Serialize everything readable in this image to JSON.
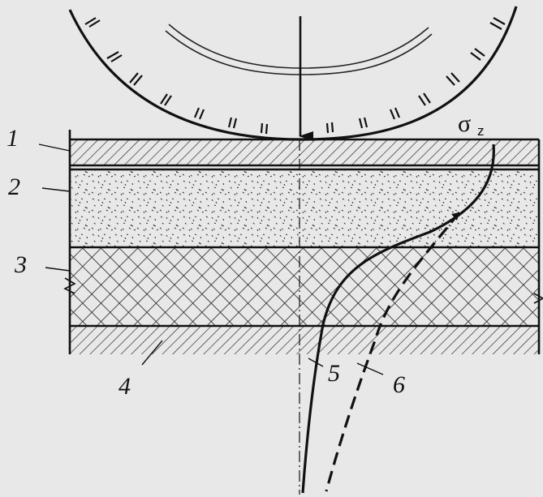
{
  "diagram": {
    "labels": [
      {
        "id": "layer-1",
        "text": "1"
      },
      {
        "id": "layer-2",
        "text": "2"
      },
      {
        "id": "layer-3",
        "text": "3"
      },
      {
        "id": "layer-4",
        "text": "4"
      },
      {
        "id": "curve-5",
        "text": "5"
      },
      {
        "id": "curve-6",
        "text": "6"
      }
    ],
    "stress_symbol": "σ",
    "stress_subscript": "z",
    "colors": {
      "background": "#e8e8e8",
      "ink": "#111111"
    }
  }
}
